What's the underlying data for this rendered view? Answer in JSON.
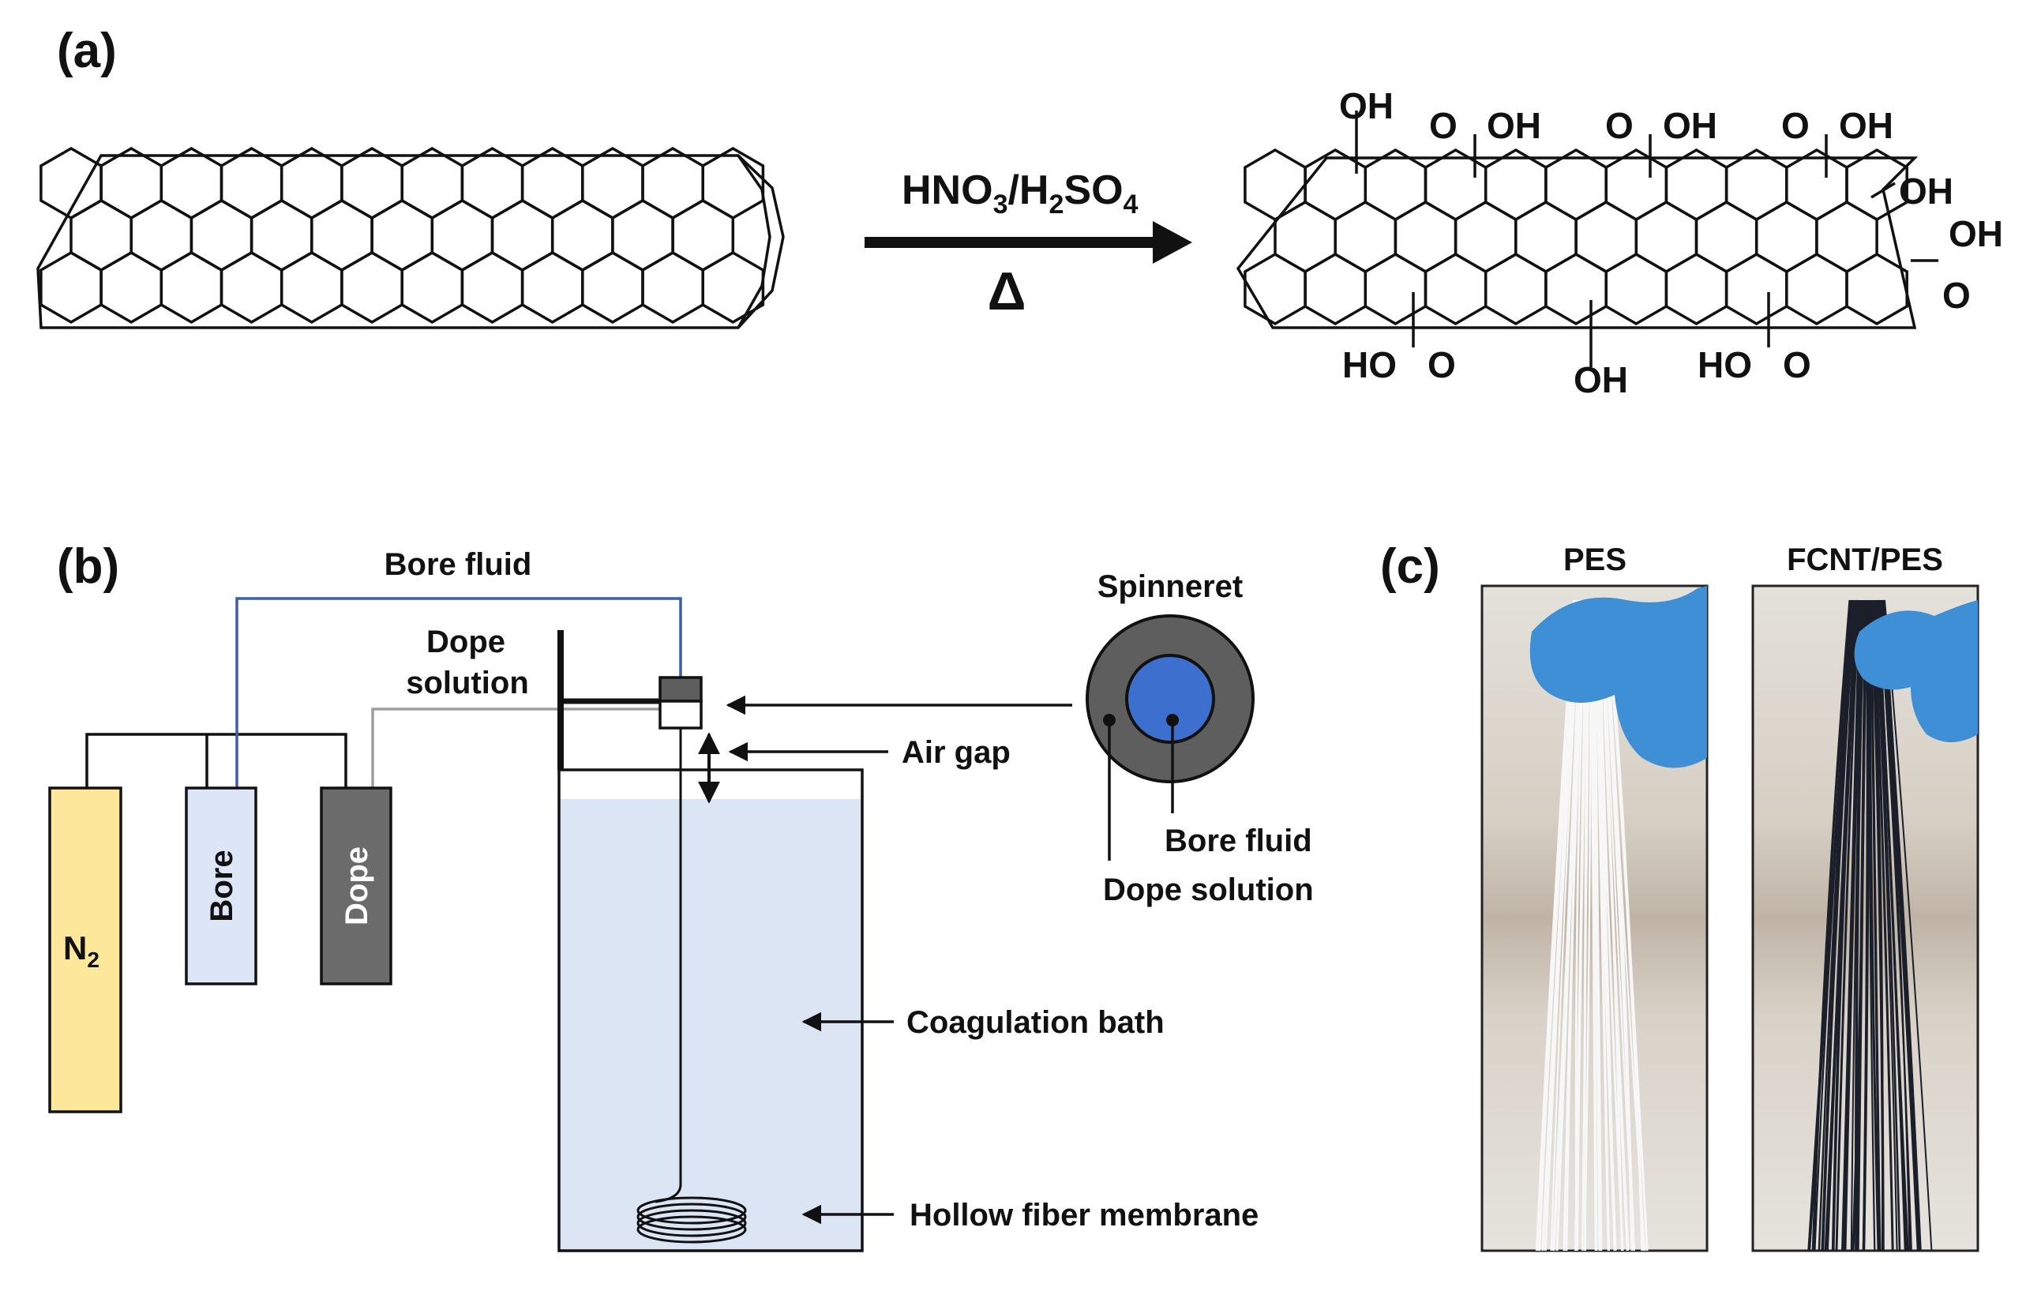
{
  "panels": {
    "a": {
      "label": "(a)",
      "reagent_main": "HNO",
      "reagent_sub1": "3",
      "reagent_mid": "/H",
      "reagent_sub2": "2",
      "reagent_so": "SO",
      "reagent_sub3": "4",
      "heat_symbol": "Δ",
      "groups": {
        "oh": "OH",
        "o": "O",
        "ho": "HO"
      }
    },
    "b": {
      "label": "(b)",
      "bore_fluid_top": "Bore fluid",
      "dope_line1": "Dope",
      "dope_line2": "solution",
      "air_gap": "Air gap",
      "spinneret": "Spinneret",
      "spin_bore": "Bore fluid",
      "spin_dope": "Dope solution",
      "coagulation": "Coagulation bath",
      "hollow_fiber": "Hollow fiber membrane",
      "n2_main": "N",
      "n2_sub": "2",
      "bore_tank": "Bore",
      "dope_tank": "Dope"
    },
    "c": {
      "label": "(c)",
      "left_title": "PES",
      "right_title": "FCNT/PES"
    }
  },
  "colors": {
    "n2_tank": "#fde79a",
    "bore_tank": "#dde6f6",
    "dope_tank": "#6b6b6b",
    "bore_line": "#3c5fa6",
    "dope_line": "#9e9e9e",
    "bath_water": "#dbe5f4",
    "spin_outer": "#5e5e5e",
    "spin_inner": "#3d6fcf",
    "glove": "#3f8fd6",
    "photo_bg": "#ddd6cc",
    "pes_fiber": "#f7f7f7",
    "fcnt_fiber": "#1b1f2a"
  }
}
